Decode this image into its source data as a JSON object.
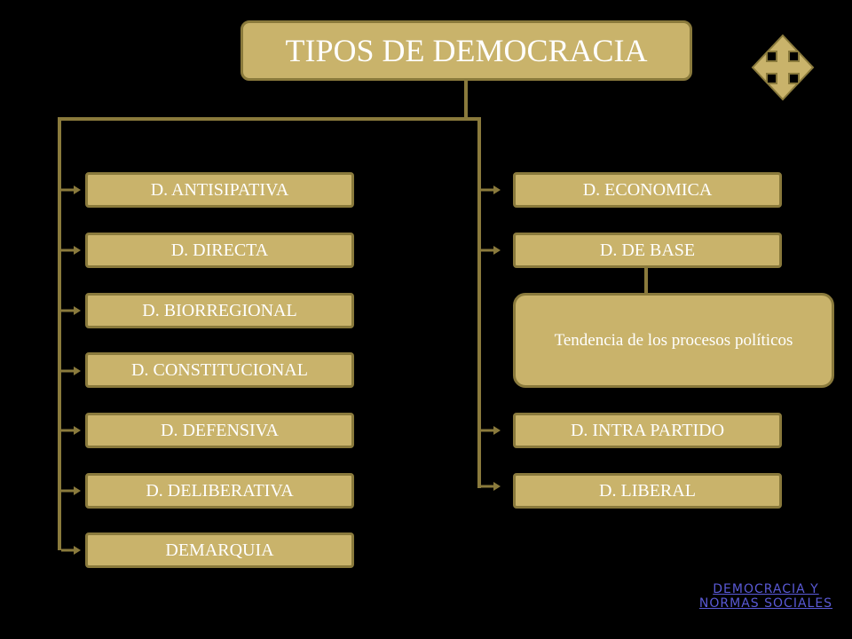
{
  "title": "TIPOS DE DEMOCRACIA",
  "left_items": [
    "D. ANTISIPATIVA",
    "D. DIRECTA",
    "D. BIORREGIONAL",
    "D. CONSTITUCIONAL",
    "D. DEFENSIVA",
    "D. DELIBERATIVA",
    "DEMARQUIA"
  ],
  "right_items": [
    "D. ECONOMICA",
    "D. DE BASE",
    "D. INTRA PARTIDO",
    "D. LIBERAL"
  ],
  "note": "Tendencia de los procesos políticos",
  "footer_link": "DEMOCRACIA Y NORMAS SOCIALES",
  "nav_icon": "four-way-arrow-icon",
  "colors": {
    "box_fill": "#c9b36b",
    "box_border": "#8a7a3c",
    "background": "#000000",
    "link": "#5a5ad6"
  }
}
